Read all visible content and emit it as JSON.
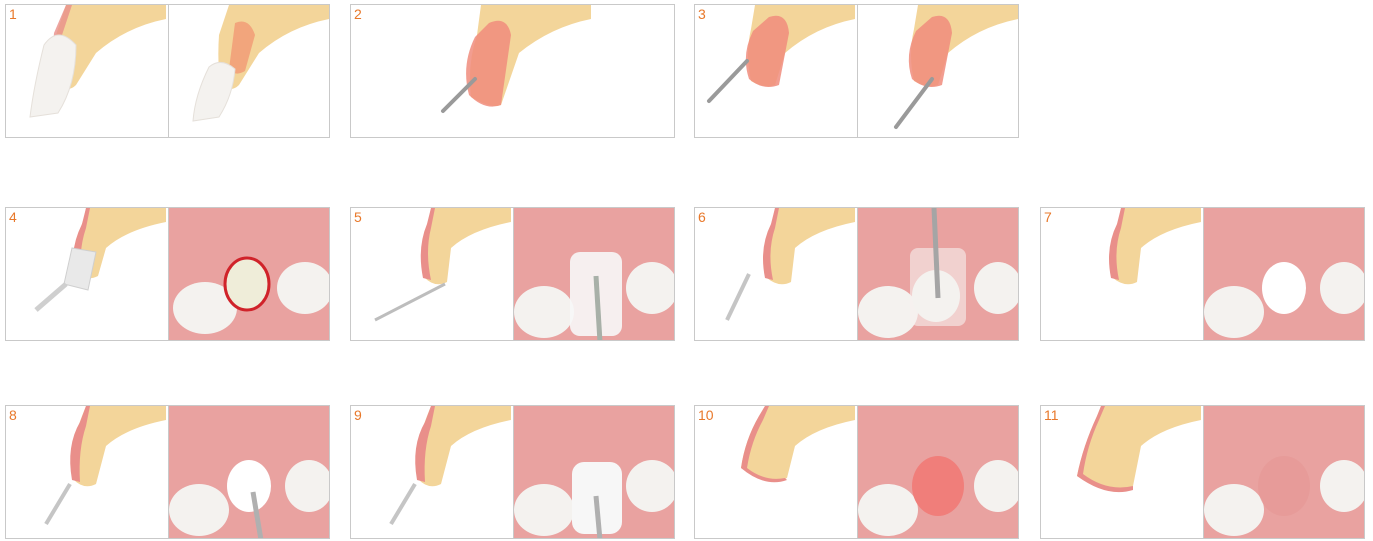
{
  "steps": [
    {
      "label": "1"
    },
    {
      "label": "2"
    },
    {
      "label": "3"
    },
    {
      "label": "4"
    },
    {
      "label": "5"
    },
    {
      "label": "6"
    },
    {
      "label": "7"
    },
    {
      "label": "8"
    },
    {
      "label": "9"
    },
    {
      "label": "10"
    },
    {
      "label": "11"
    }
  ],
  "colors": {
    "step_number": "#e8782a",
    "bone": "#f3d59a",
    "gingiva": "#e98f8a",
    "gum_background": "#e9a2a0",
    "tooth": "#f4f2ef",
    "instrument": "#9a9a9a",
    "socket_rim": "#d0232a"
  }
}
